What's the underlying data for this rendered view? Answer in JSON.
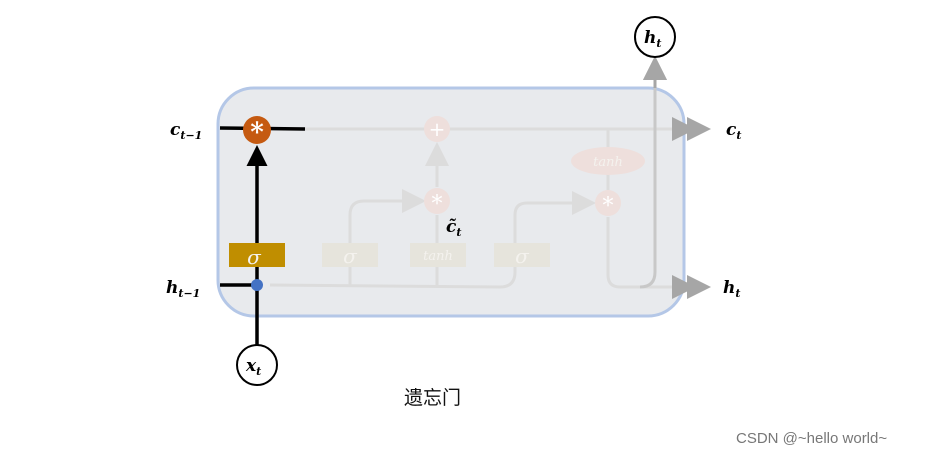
{
  "title": "遗忘门",
  "watermark": "CSDN @~hello world~",
  "labels": {
    "c_prev": "c",
    "c_prev_sub": "t−1",
    "h_prev": "h",
    "h_prev_sub": "t−1",
    "x": "x",
    "x_sub": "t",
    "h_out_top": "h",
    "h_out_top_sub": "t",
    "c_out": "c",
    "c_out_sub": "t",
    "h_out": "h",
    "h_out_sub": "t",
    "c_tilde": "c̃",
    "c_tilde_sub": "t"
  },
  "gates": {
    "forget": "σ",
    "input": "σ",
    "candidate": "tanh",
    "output": "σ",
    "cell_tanh": "tanh"
  },
  "ops": {
    "multiply": "*",
    "add": "+"
  },
  "colors": {
    "forget_gate": "#c08e00",
    "multiply_active": "#c55a11",
    "junction": "#4472c4",
    "cell_border": "#b4c7e7",
    "cell_fill": "#e8eaed"
  }
}
